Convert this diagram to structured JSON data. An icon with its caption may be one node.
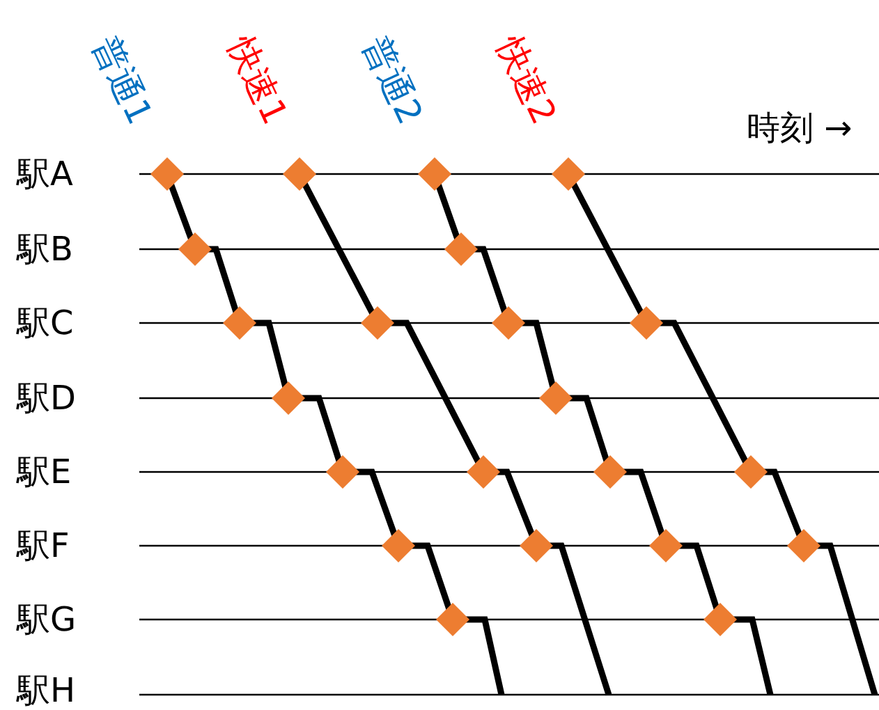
{
  "diagram": {
    "labels": [
      "普通1",
      "快速1",
      "普通2",
      "快速2",
      "時刻 →",
      "駅A",
      "駅B",
      "駅C",
      "駅D",
      "駅E",
      "駅F",
      "駅G",
      "駅H"
    ]
  }
}
